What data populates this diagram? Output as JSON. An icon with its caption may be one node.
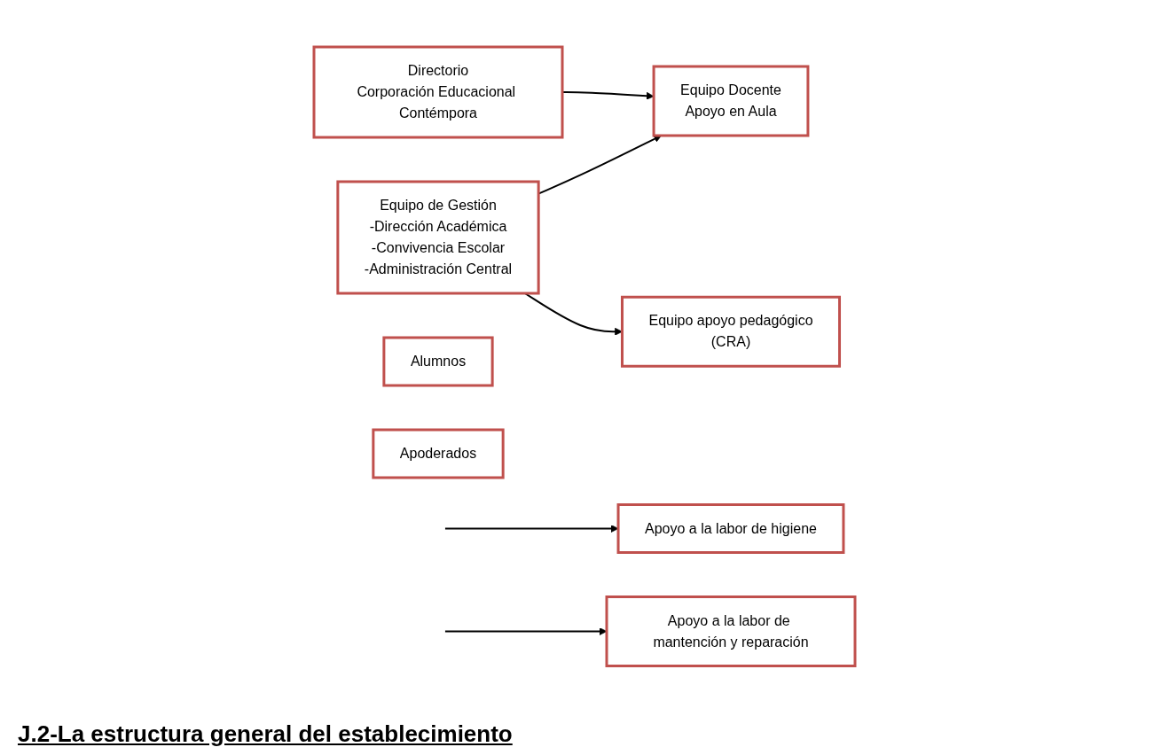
{
  "diagram": {
    "title": "J.2-La estructura general del establecimiento",
    "nodes": [
      {
        "text": [
          "Directorio",
          "Corporación Educacional Contémpora"
        ]
      },
      {
        "text": [
          "Equipo de Gestión",
          "-Dirección Académica",
          "-Convivencia Escolar",
          "-Administración Central"
        ]
      },
      {
        "text": [
          "Equipo Docente",
          "Apoyo en Aula"
        ]
      },
      {
        "text": [
          "Equipo apoyo pedagógico",
          "(CRA)"
        ]
      },
      {
        "text": [
          "Alumnos"
        ]
      },
      {
        "text": [
          "Apoyo a la labor de higiene"
        ]
      },
      {
        "text": [
          "Apoderados"
        ]
      },
      {
        "text": [
          "Apoyo a la labor de mantención y reparación"
        ]
      }
    ],
    "edges": [
      {
        "from": 0,
        "to": 2,
        "arrow": "to"
      },
      {
        "from": 1,
        "to": 2,
        "arrow": "to"
      },
      {
        "from": 1,
        "to": 3,
        "arrow": "to"
      },
      {
        "from": null,
        "to": 5,
        "arrow": "to"
      },
      {
        "from": null,
        "to": 7,
        "arrow": "to"
      }
    ]
  }
}
